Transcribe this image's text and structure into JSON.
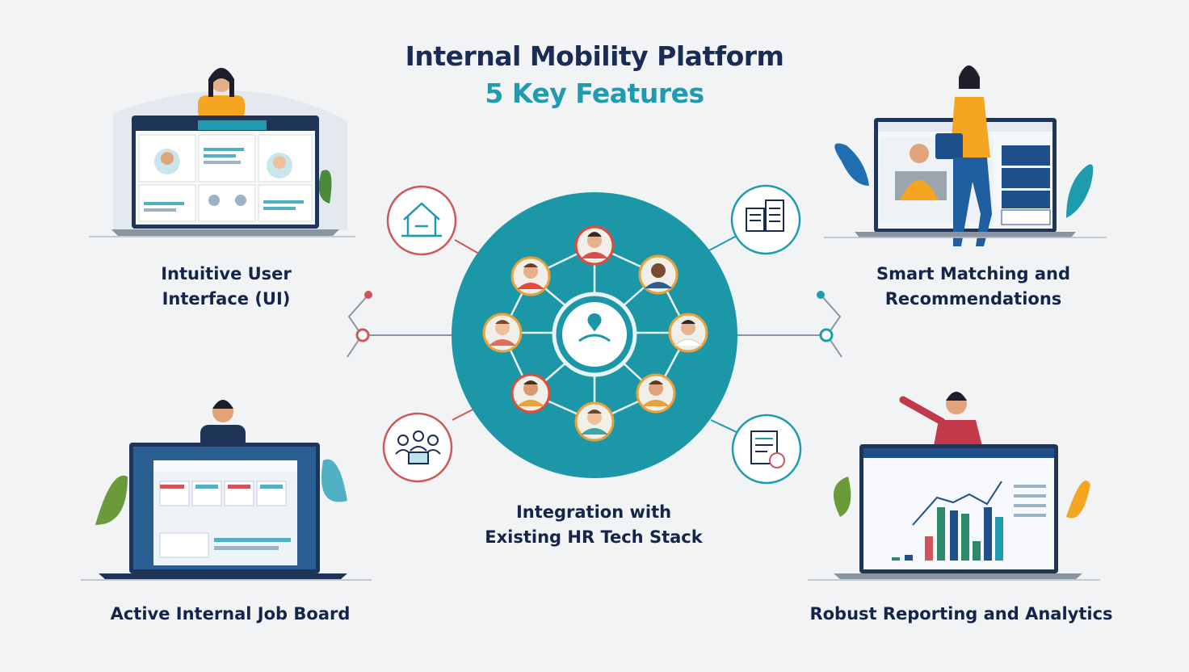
{
  "header": {
    "title": "Internal Mobility Platform",
    "subtitle": "5 Key Features"
  },
  "features": [
    {
      "label_line1": "Intuitive User",
      "label_line2": "Interface (UI)",
      "icon": "house-icon"
    },
    {
      "label_line1": "Smart Matching and",
      "label_line2": "Recommendations",
      "icon": "documents-icon"
    },
    {
      "label_line1": "Integration with",
      "label_line2": "Existing HR Tech Stack",
      "icon": "network-hub-icon"
    },
    {
      "label": "Active Internal Job Board",
      "icon": "people-puzzle-icon"
    },
    {
      "label": "Robust Reporting and Analytics",
      "icon": "report-document-icon"
    }
  ],
  "colors": {
    "navy": "#1a2b55",
    "teal": "#1f9bb0",
    "hub": "#1b97a8",
    "red_accent": "#d0565a",
    "background": "#f1f3f5"
  }
}
